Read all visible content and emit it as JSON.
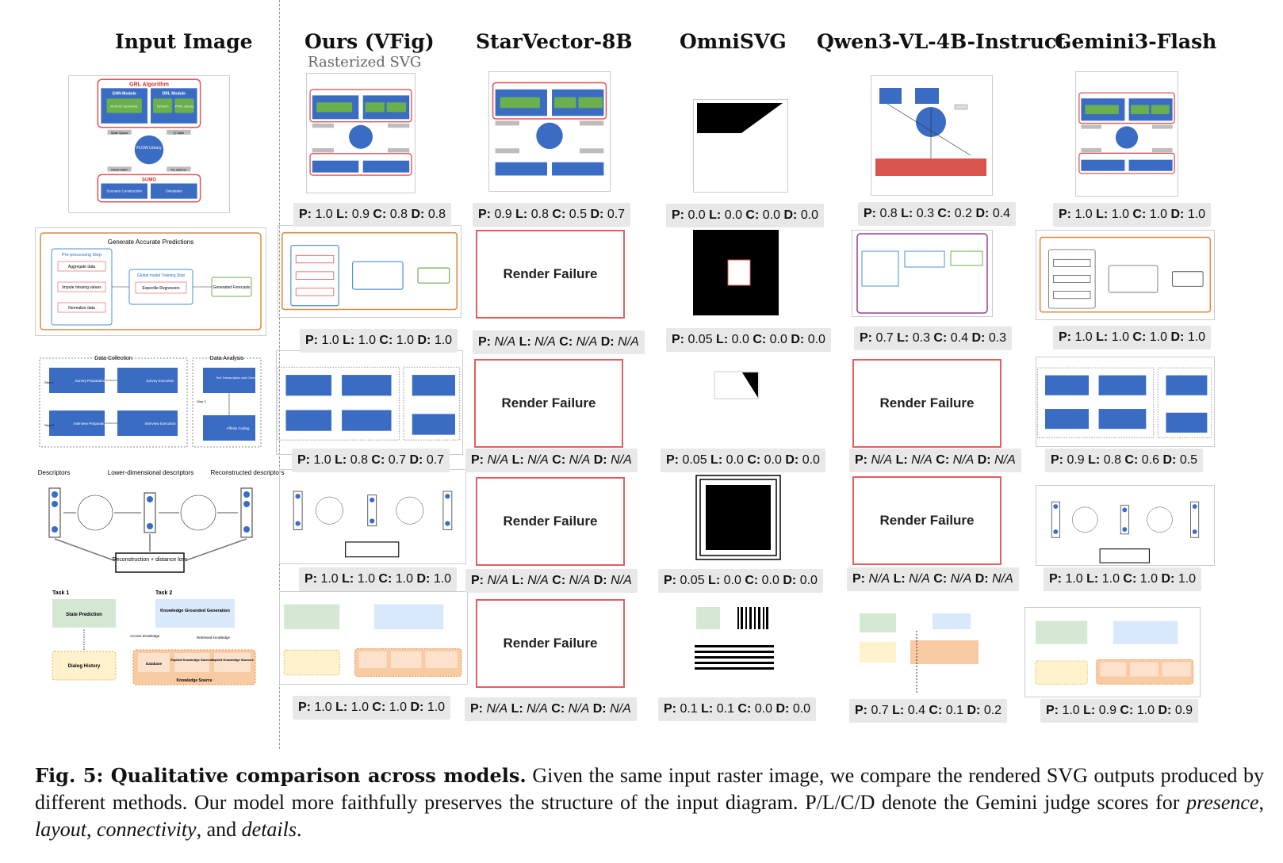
{
  "columns": [
    {
      "title": "Input Image"
    },
    {
      "title": "Ours (VFig)",
      "subtitle": "Rasterized SVG"
    },
    {
      "title": "StarVector-8B"
    },
    {
      "title": "OmniSVG"
    },
    {
      "title": "Qwen3-VL-4B-Instruct"
    },
    {
      "title": "Gemini3-Flash"
    }
  ],
  "render_failure_label": "Render Failure",
  "score_labels": [
    "P:",
    "L:",
    "C:",
    "D:"
  ],
  "na": "N/A",
  "scores": {
    "vfig": [
      [
        "1.0",
        "0.9",
        "0.8",
        "0.8"
      ],
      [
        "1.0",
        "1.0",
        "1.0",
        "1.0"
      ],
      [
        "1.0",
        "0.8",
        "0.7",
        "0.7"
      ],
      [
        "1.0",
        "1.0",
        "1.0",
        "1.0"
      ],
      [
        "1.0",
        "1.0",
        "1.0",
        "1.0"
      ]
    ],
    "star": [
      [
        "0.9",
        "0.8",
        "0.5",
        "0.7"
      ],
      [
        "N/A",
        "N/A",
        "N/A",
        "N/A"
      ],
      [
        "N/A",
        "N/A",
        "N/A",
        "N/A"
      ],
      [
        "N/A",
        "N/A",
        "N/A",
        "N/A"
      ],
      [
        "N/A",
        "N/A",
        "N/A",
        "N/A"
      ]
    ],
    "omni": [
      [
        "0.0",
        "0.0",
        "0.0",
        "0.0"
      ],
      [
        "0.05",
        "0.0",
        "0.0",
        "0.0"
      ],
      [
        "0.05",
        "0.0",
        "0.0",
        "0.0"
      ],
      [
        "0.05",
        "0.0",
        "0.0",
        "0.0"
      ],
      [
        "0.1",
        "0.1",
        "0.0",
        "0.0"
      ]
    ],
    "qwen": [
      [
        "0.8",
        "0.3",
        "0.2",
        "0.4"
      ],
      [
        "0.7",
        "0.3",
        "0.4",
        "0.3"
      ],
      [
        "N/A",
        "N/A",
        "N/A",
        "N/A"
      ],
      [
        "N/A",
        "N/A",
        "N/A",
        "N/A"
      ],
      [
        "0.7",
        "0.4",
        "0.1",
        "0.2"
      ]
    ],
    "gemini": [
      [
        "1.0",
        "1.0",
        "1.0",
        "1.0"
      ],
      [
        "1.0",
        "1.0",
        "1.0",
        "1.0"
      ],
      [
        "0.9",
        "0.8",
        "0.6",
        "0.5"
      ],
      [
        "1.0",
        "1.0",
        "1.0",
        "1.0"
      ],
      [
        "1.0",
        "0.9",
        "1.0",
        "0.9"
      ]
    ]
  },
  "d1": {
    "title": "GRL Algorithm",
    "gnn": "GNN Module",
    "drl": "DRL Module",
    "pytorch_geo": "PyTorch Geometric",
    "pytorch": "PyTorch",
    "pfrl": "PFRL Library",
    "state_space": "State Space",
    "q_table": "Q Table",
    "flow": "FLOW Library",
    "observation": "Observation",
    "rl_actions": "RL actions",
    "sumo": "SUMO",
    "scenario": "Scenario Construction",
    "simulation": "Simulation"
  },
  "d2": {
    "title": "Generate Accurate Predictions",
    "pre": "Pre-processing Step",
    "aggregate": "Aggregate data",
    "impute": "Impute missing values",
    "normalize": "Normalize data",
    "global": "Global model Training Step",
    "expectile": "Expectile Regression",
    "forecasts": "Generated Forecasts"
  },
  "d3": {
    "collection": "Data Collection",
    "analysis": "Data Analysis",
    "step1": "Step 1",
    "step2": "Step 2",
    "step3": "Step 3",
    "survey_prep": "Survey Preparation",
    "survey_exec": "Survey Execution",
    "interview_prep": "Interview Preparation",
    "interview_exec": "Interview Execution",
    "text": "Text Transcription and Cleaning",
    "affinity": "Affinity Coding"
  },
  "d4": {
    "descriptors": "Descriptors",
    "lower": "Lower-dimensional descriptors",
    "reconstructed": "Reconstructed descriptors",
    "loss": "Reconstruction + distance loss"
  },
  "d5": {
    "task1": "Task 1",
    "task2": "Task 2",
    "state": "State Prediction",
    "kgg": "Knowledge Grounded Generation",
    "access": "Access knowledge",
    "retrieved": "Retrieved knowledge",
    "dialog": "Dialog History",
    "database": "Database",
    "explicit": "Explicit Knowledge Sources",
    "implicit": "Implicit Knowledge Sources",
    "ksource": "Knowledge Source"
  },
  "caption": {
    "label": "Fig. 5: Qualitative comparison across models.",
    "text1": " Given the same input raster image, we compare the rendered SVG outputs produced by different methods. Our model more faithfully preserves the structure of the input diagram. P/L/C/D denote the Gemini judge scores for ",
    "presence": "presence",
    "layout": "layout",
    "connectivity": "connectivity",
    "and": ", and ",
    "details": "details",
    "end": "."
  },
  "colors": {
    "blue": "#3a6cc4",
    "green": "#6ab04c",
    "red": "#d9534f",
    "orange": "#e08a3c",
    "gray": "#bdbdbd"
  }
}
